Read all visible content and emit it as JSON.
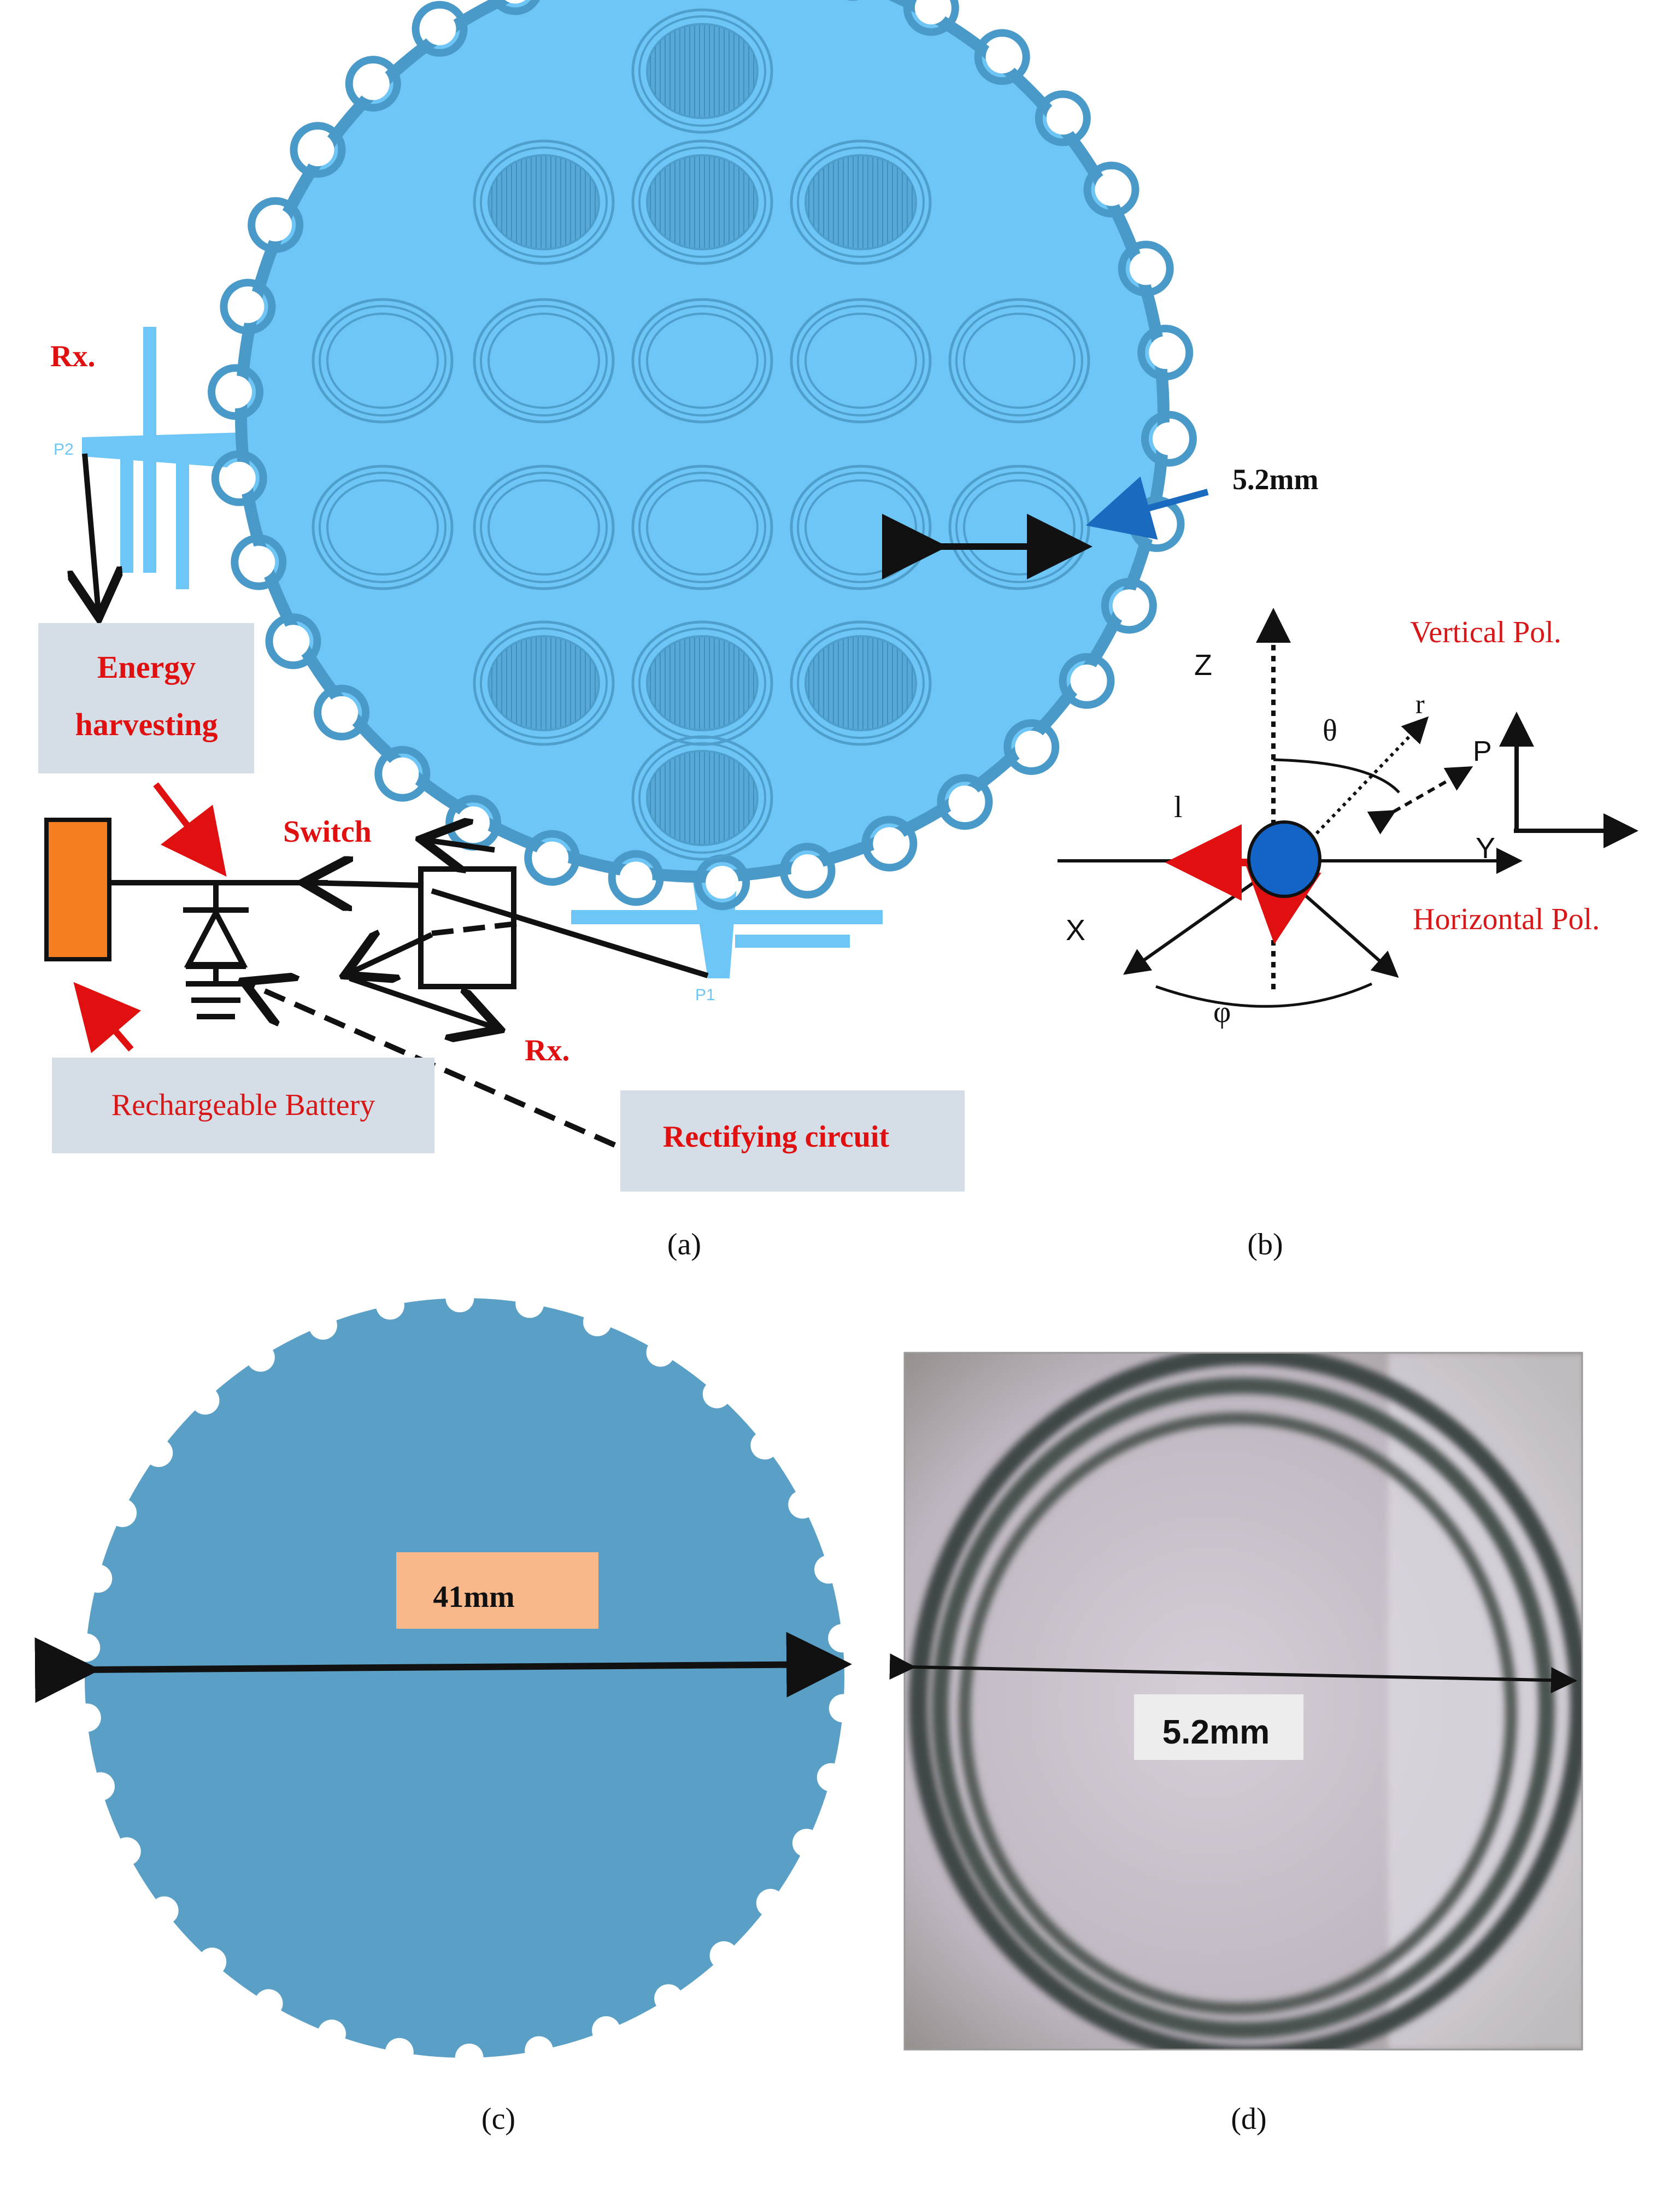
{
  "panel_a": {
    "caption": "(a)",
    "rx_top": "Rx.",
    "rx_bottom": "Rx.",
    "port_left": "P2",
    "port_bottom": "P1",
    "dim_cell": "5.2mm",
    "energy_line1": "Energy",
    "energy_line2": "harvesting",
    "switch": "Switch",
    "battery": "Rechargeable Battery",
    "rectifier": "Rectifying circuit"
  },
  "panel_b": {
    "caption": "(b)",
    "vertical_pol": "Vertical Pol.",
    "horizontal_pol": "Horizontal Pol.",
    "z": "Z",
    "x": "X",
    "y": "Y",
    "theta": "θ",
    "r": "r",
    "p": "P",
    "l": "l",
    "phi": "φ"
  },
  "panel_c": {
    "caption": "(c)",
    "diameter": "41mm"
  },
  "panel_d": {
    "caption": "(d)",
    "diameter": "5.2mm"
  },
  "colors": {
    "patch_light": "#6dc6f5",
    "patch_edge": "#4a9ac9",
    "patch_c": "#5aa0c6",
    "battery": "#f57f20",
    "label_box": "#d5dde6",
    "red": "#e01010",
    "node_blue": "#1464c8"
  }
}
